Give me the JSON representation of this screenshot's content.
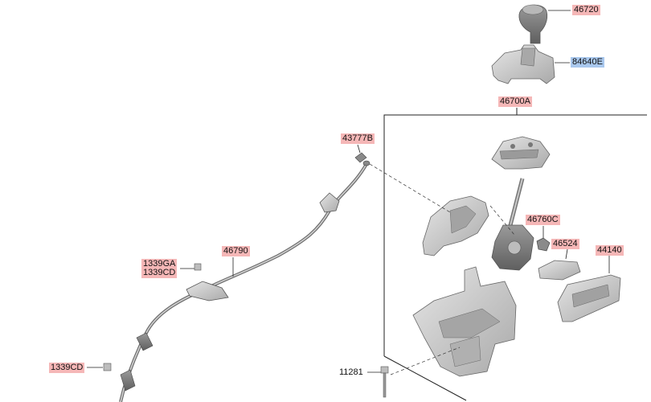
{
  "parts": [
    {
      "id": "p46720",
      "number": "46720",
      "highlight": "red"
    },
    {
      "id": "p84640E",
      "number": "84640E",
      "highlight": "blue"
    },
    {
      "id": "p46700A",
      "number": "46700A",
      "highlight": "red"
    },
    {
      "id": "p43777B",
      "number": "43777B",
      "highlight": "red"
    },
    {
      "id": "p46760C",
      "number": "46760C",
      "highlight": "red"
    },
    {
      "id": "p46524",
      "number": "46524",
      "highlight": "red"
    },
    {
      "id": "p44140",
      "number": "44140",
      "highlight": "red"
    },
    {
      "id": "p46790",
      "number": "46790",
      "highlight": "red"
    },
    {
      "id": "p1339GA",
      "number": "1339GA",
      "highlight": "red"
    },
    {
      "id": "p1339CD_a",
      "number": "1339CD",
      "highlight": "red"
    },
    {
      "id": "p1339CD_b",
      "number": "1339CD",
      "highlight": "red"
    },
    {
      "id": "p11281",
      "number": "11281",
      "highlight": "none"
    }
  ],
  "colors": {
    "part_fill": "#d6d6d6",
    "part_dark": "#9d9d9d",
    "part_stroke": "#6a6a6a",
    "leader": "#222222",
    "red_label": "#f5b7b7",
    "blue_label": "#a9c8ee"
  }
}
